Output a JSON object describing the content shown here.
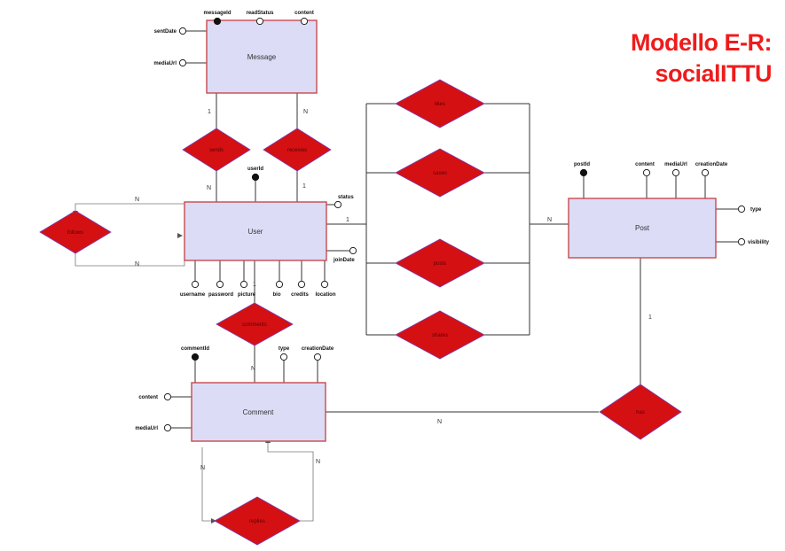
{
  "title": {
    "line1": "Modello E-R:",
    "line2": "socialITTU"
  },
  "entities": {
    "message": "Message",
    "user": "User",
    "post": "Post",
    "comment": "Comment"
  },
  "relationships": {
    "sends": "sends",
    "receives": "receives",
    "follows": "follows",
    "likes": "likes",
    "saves": "saves",
    "posts": "posts",
    "shares": "shares",
    "comments": "comments",
    "has": "has",
    "replies": "replies"
  },
  "attributes": {
    "message": {
      "messageId": "messageId",
      "readStatus": "readStatus",
      "content": "content",
      "sentDate": "sentDate",
      "mediaUrl": "mediaUrl"
    },
    "user": {
      "userId": "userId",
      "status": "status",
      "joinDate": "joinDate",
      "username": "username",
      "password": "password",
      "picture": "picture",
      "bio": "bio",
      "credits": "credits",
      "location": "location"
    },
    "post": {
      "postId": "postId",
      "content": "content",
      "mediaUrl": "mediaUrl",
      "creationDate": "creationDate",
      "type": "type",
      "visibility": "visibility"
    },
    "comment": {
      "commentId": "commentId",
      "type": "type",
      "creationDate": "creationDate",
      "content": "content",
      "mediaUrl": "mediaUrl"
    }
  },
  "cardinalities": {
    "sends_message": "1",
    "receives_message": "N",
    "sends_user": "N",
    "receives_user": "1",
    "follows_top": "N",
    "follows_bottom": "N",
    "user_bus": "1",
    "post_bus": "N",
    "user_comments": "1",
    "comment_comments": "N",
    "comment_has": "N",
    "post_has": "1",
    "replies_left": "N",
    "replies_right": "N"
  }
}
